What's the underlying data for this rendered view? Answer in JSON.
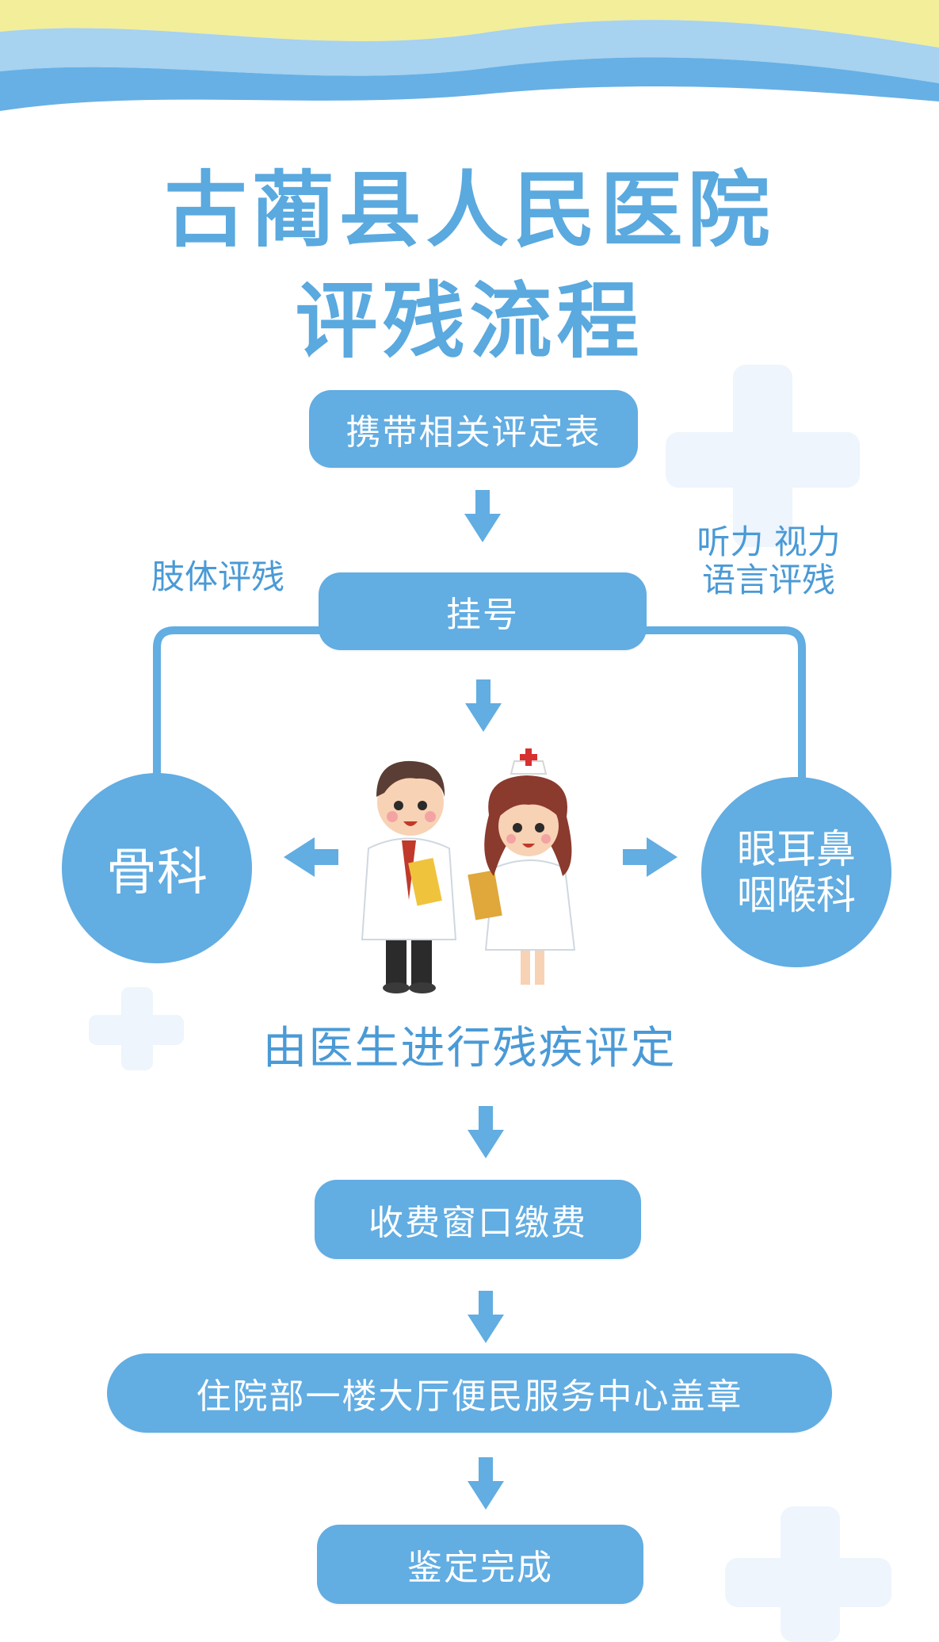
{
  "header": {
    "title_line1": "古蔺县人民医院",
    "title_line2": "评残流程"
  },
  "steps": {
    "step1": "携带相关评定表",
    "step2": "挂号",
    "step3": "由医生进行残疾评定",
    "step4": "收费窗口缴费",
    "step5": "住院部一楼大厅便民服务中心盖章",
    "step6": "鉴定完成"
  },
  "branches": {
    "left_label": "肢体评残",
    "right_label_line1": "听力 视力",
    "right_label_line2": "语言评残",
    "left_dept": "骨科",
    "right_dept_line1": "眼耳鼻",
    "right_dept_line2": "咽喉科"
  },
  "colors": {
    "accent": "#62ade2",
    "title": "#5aa9df",
    "wave_yellow": "#f2ee9a",
    "wave_light": "#8ec6ee",
    "cross_faint": "#eef5fc"
  }
}
